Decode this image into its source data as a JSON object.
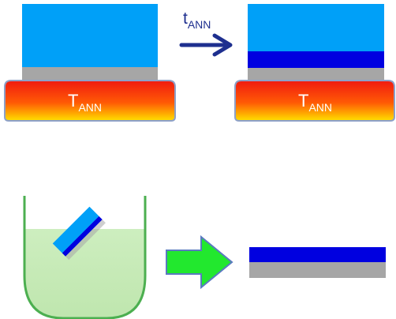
{
  "top_left": {
    "heater_label_main": "T",
    "heater_label_sub": "ANN"
  },
  "top_arrow": {
    "label_main": "t",
    "label_sub": "ANN"
  },
  "top_right": {
    "heater_label_main": "T",
    "heater_label_sub": "ANN"
  },
  "colors": {
    "film_light_blue": "#00a0f8",
    "film_dark_blue": "#0000e0",
    "substrate_gray": "#a6a6a6",
    "heater_red": "#f01a10",
    "heater_orange": "#ff9a00",
    "heater_yellow": "#ffe000",
    "heater_border": "#8da0c8",
    "arrow_navy": "#1e2f8f",
    "beaker_green": "#4caf50",
    "solution_green": "#c8eab8",
    "process_arrow_green": "#22e82e",
    "process_arrow_border": "#5a7abf"
  },
  "icons": {
    "process_arrow": "right-arrow-icon",
    "anneal_arrow": "right-arrow-icon"
  }
}
